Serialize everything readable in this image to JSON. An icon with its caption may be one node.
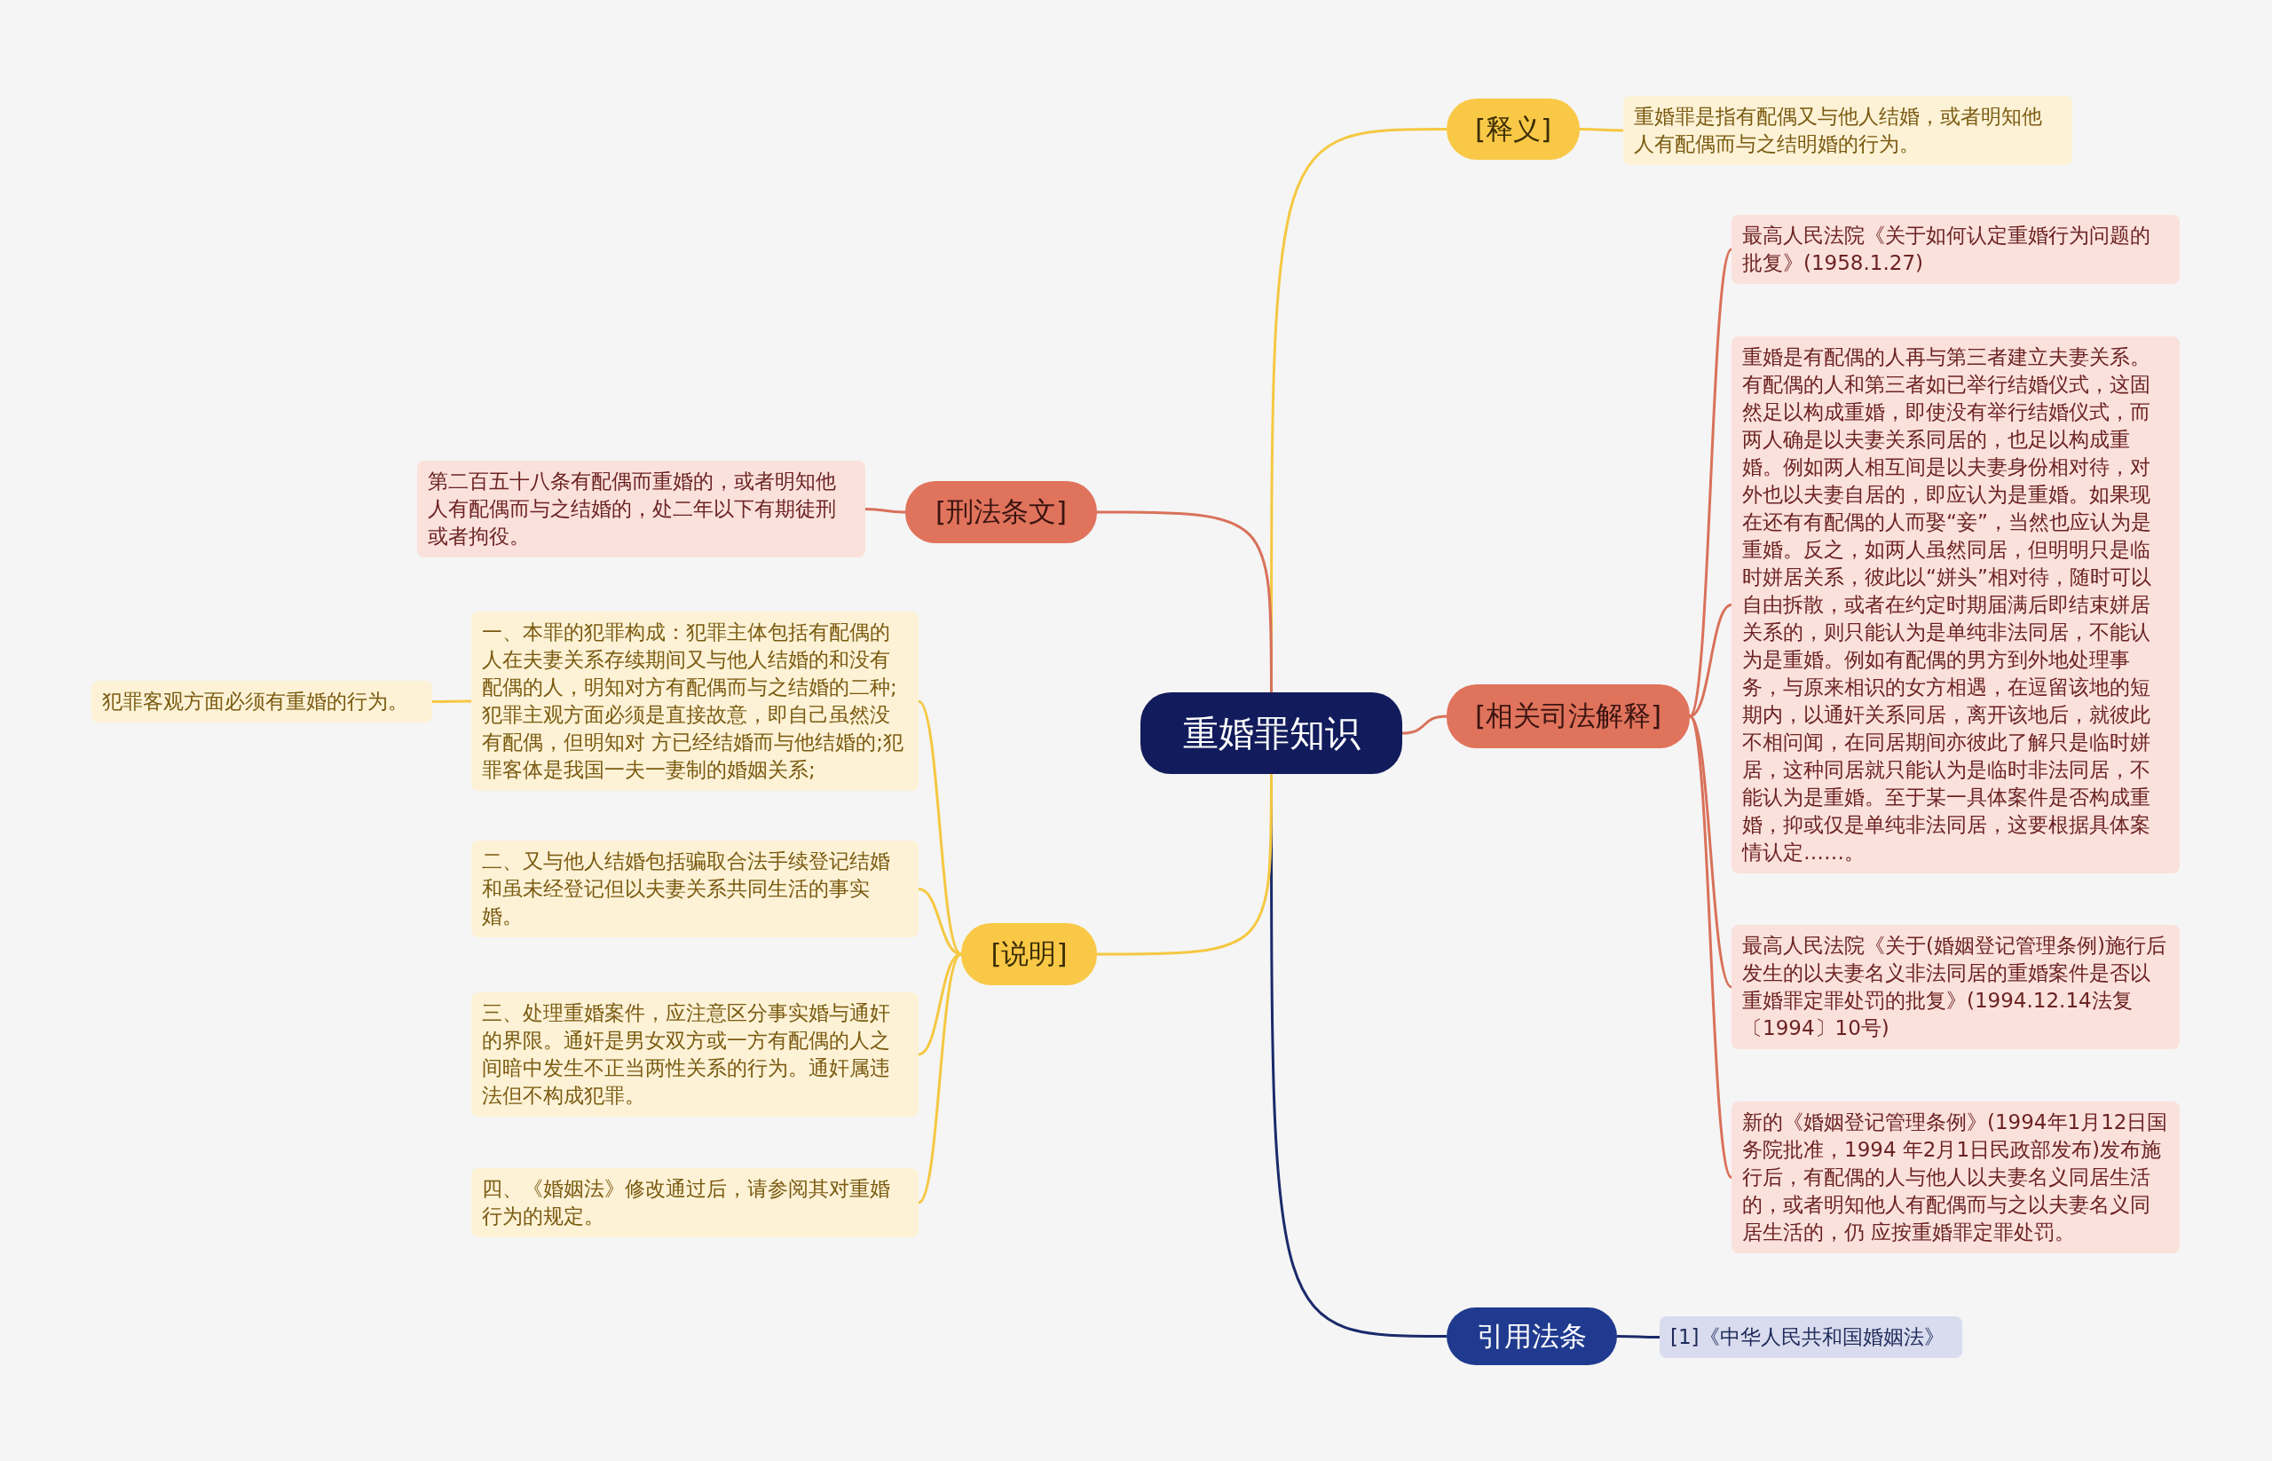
{
  "diagram": {
    "nodes": [
      {
        "text": [
          "重婚罪知识"
        ]
      },
      {
        "text": [
          "[释义]"
        ]
      },
      {
        "text": [
          "重婚罪是指有配偶又与他人结婚，或者明知他人有配偶而与之结明婚的行为。"
        ]
      },
      {
        "text": [
          "[相关司法解释]"
        ]
      },
      {
        "text": [
          "最高人民法院《关于如何认定重婚行为问题的批复》(1958.1.27)"
        ]
      },
      {
        "text": [
          "重婚是有配偶的人再与第三者建立夫妻关系。有配偶的人和第三者如已举行结婚仪式，这固然足以构成重婚，即使没有举行结婚仪式，而两人确是以夫妻关系同居的，也足以构成重婚。例如两人相互间是以夫妻身份相对待，对外也以夫妻自居的，即应认为是重婚。如果现在还有有配偶的人而娶“妾”，当然也应认为是重婚。反之，如两人虽然同居，但明明只是临时姘居关系，彼此以“姘头”相对待，随时可以自由拆散，或者在约定时期届满后即结束姘居关系的，则只能认为是单纯非法同居，不能认为是重婚。例如有配偶的男方到外地处理事务，与原来相识的女方相遇，在逗留该地的短期内，以通奸关系同居，离开该地后，就彼此不相问闻，在同居期间亦彼此了解只是临时姘居，这种同居就只能认为是临时非法同居，不能认为是重婚。至于某一具体案件是否构成重婚，抑或仅是单纯非法同居，这要根据具体案情认定……。"
        ]
      },
      {
        "text": [
          "最高人民法院《关于(婚姻登记管理条例)施行后发生的以夫妻名义非法同居的重婚案件是否以重婚罪定罪处罚的批复》(1994.12.14法复〔1994〕10号)"
        ]
      },
      {
        "text": [
          "新的《婚姻登记管理条例》(1994年1月12日国务院批准，1994 年2月1日民政部发布)发布施行后，有配偶的人与他人以夫妻名义同居生活的，或者明知他人有配偶而与之以夫妻名义同居生活的，仍 应按重婚罪定罪处罚。"
        ]
      },
      {
        "text": [
          "引用法条"
        ]
      },
      {
        "text": [
          "[1]《中华人民共和国婚姻法》"
        ]
      },
      {
        "text": [
          "[刑法条文]"
        ]
      },
      {
        "text": [
          "第二百五十八条有配偶而重婚的，或者明知他人有配偶而与之结婚的，处二年以下有期徒刑或者拘役。"
        ]
      },
      {
        "text": [
          "[说明]"
        ]
      },
      {
        "text": [
          "一、本罪的犯罪构成：犯罪主体包括有配偶的人在夫妻关系存续期间又与他人结婚的和没有配偶的人，明知对方有配偶而与之结婚的二种;犯罪主观方面必须是直接故意，即自己虽然没有配偶，但明知对 方已经结婚而与他结婚的;犯罪客体是我国一夫一妻制的婚姻关系;"
        ]
      },
      {
        "text": [
          "犯罪客观方面必须有重婚的行为。"
        ]
      },
      {
        "text": [
          "二、又与他人结婚包括骗取合法手续登记结婚和虽未经登记但以夫妻关系共同生活的事实婚。"
        ]
      },
      {
        "text": [
          "三、处理重婚案件，应注意区分事实婚与通奸的界限。通奸是男女双方或一方有配偶的人之间暗中发生不正当两性关系的行为。通奸属违法但不构成犯罪。"
        ]
      },
      {
        "text": [
          "四、《婚姻法》修改通过后，请参阅其对重婚行为的规定。"
        ]
      }
    ],
    "edges": [
      {
        "from": 0,
        "to": 1,
        "arrow": "none"
      },
      {
        "from": 1,
        "to": 2,
        "arrow": "none"
      },
      {
        "from": 0,
        "to": 3,
        "arrow": "none",
        "color": "#d9715a"
      },
      {
        "from": 3,
        "to": 4,
        "arrow": "none",
        "color": "#d9715a"
      },
      {
        "from": 3,
        "to": 5,
        "arrow": "none",
        "color": "#d9715a"
      },
      {
        "from": 3,
        "to": 6,
        "arrow": "none",
        "color": "#d9715a"
      },
      {
        "from": 3,
        "to": 7,
        "arrow": "none",
        "color": "#d9715a"
      },
      {
        "from": 0,
        "to": 8,
        "arrow": "none",
        "color": "#1b2a6b"
      },
      {
        "from": 8,
        "to": 9,
        "arrow": "none",
        "color": "#1b2a6b"
      },
      {
        "from": 0,
        "to": 10,
        "arrow": "none",
        "color": "#d9715a"
      },
      {
        "from": 10,
        "to": 11,
        "arrow": "none",
        "color": "#d9715a"
      },
      {
        "from": 0,
        "to": 12,
        "arrow": "none"
      },
      {
        "from": 12,
        "to": 13,
        "arrow": "none"
      },
      {
        "from": 13,
        "to": 14,
        "arrow": "none"
      },
      {
        "from": 12,
        "to": 15,
        "arrow": "none"
      },
      {
        "from": 12,
        "to": 16,
        "arrow": "none"
      },
      {
        "from": 12,
        "to": 17,
        "arrow": "none"
      }
    ]
  }
}
